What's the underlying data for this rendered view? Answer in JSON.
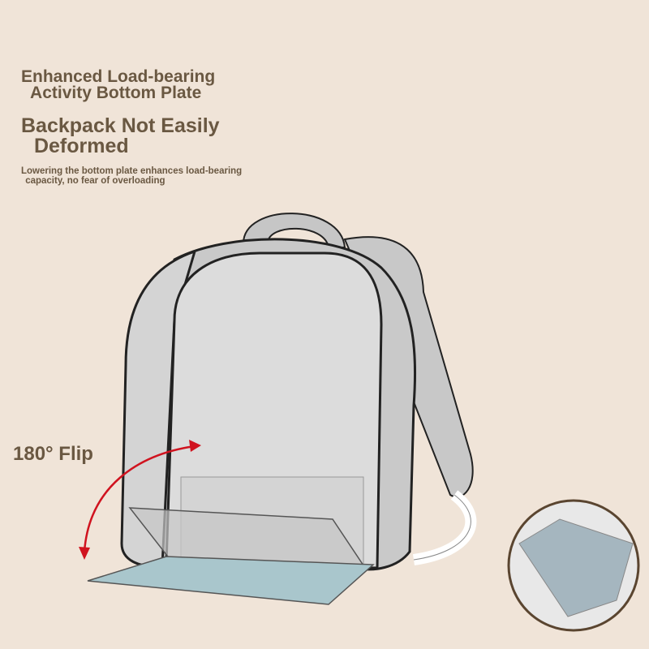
{
  "headline": {
    "line1": "Enhanced Load-bearing",
    "line2": " Activity Bottom Plate"
  },
  "subheadline": {
    "line1": "Backpack Not Easily",
    "line2": " Deformed"
  },
  "description": {
    "line1": "Lowering the bottom plate enhances load-bearing",
    "line2": " capacity, no fear of overloading"
  },
  "flip_label": "180° Flip",
  "colors": {
    "background": "#f0e4d8",
    "text": "#6a5842",
    "arrow": "#d0131f",
    "plate": "#a9c6cc",
    "bag": "#c9c9c9"
  }
}
